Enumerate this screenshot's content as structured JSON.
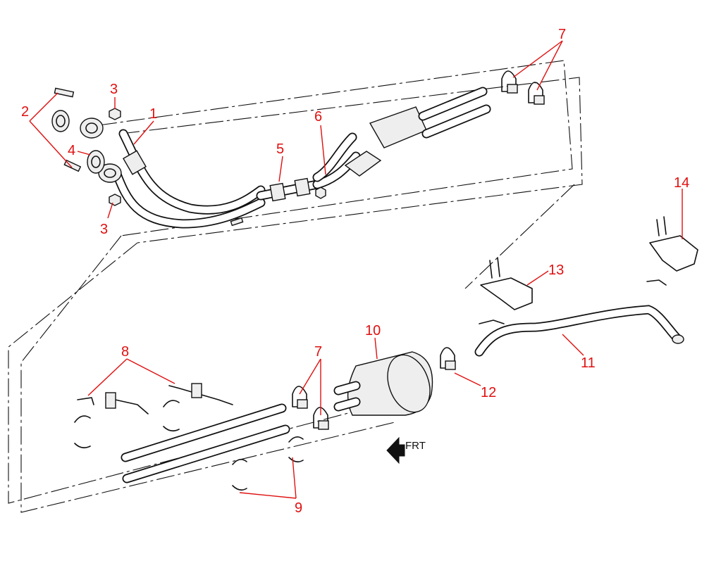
{
  "diagram": {
    "callouts": [
      "1",
      "2",
      "3",
      "4",
      "5",
      "6",
      "7",
      "8",
      "9",
      "10",
      "11",
      "12",
      "13",
      "14"
    ],
    "direction_label": "FRT",
    "colors": {
      "callout": "#e01010",
      "line": "#111111",
      "background": "#ffffff"
    },
    "icons": {
      "direction": "front-direction-arrow-icon"
    }
  }
}
